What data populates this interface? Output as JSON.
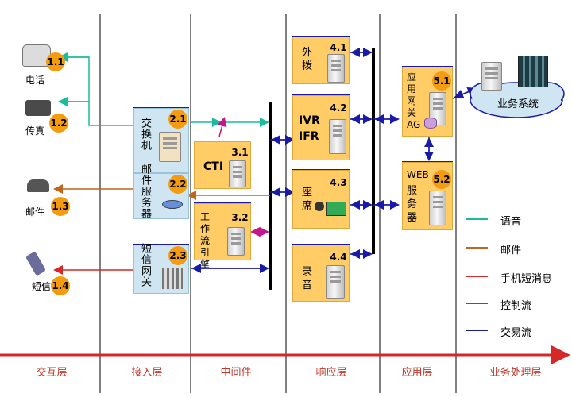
{
  "devices": {
    "phone": {
      "label": "电话",
      "num": "1.1"
    },
    "fax": {
      "label": "传真",
      "num": "1.2"
    },
    "mail": {
      "label": "邮件",
      "num": "1.3"
    },
    "sms": {
      "label": "短信",
      "num": "1.4"
    }
  },
  "boxes": {
    "switch": {
      "label": "交换机",
      "num": "2.1"
    },
    "mailserver": {
      "label": "邮件服务器",
      "num": "2.2"
    },
    "smsgw": {
      "label": "短信网关",
      "num": "2.3"
    },
    "cti": {
      "label": "CTI",
      "num": "3.1"
    },
    "workflow": {
      "label": "工作流引擎",
      "num": "3.2"
    },
    "outbound": {
      "label": "外拨",
      "num": "4.1"
    },
    "ivr": {
      "line1": "IVR",
      "line2": "IFR",
      "num": "4.2"
    },
    "seat": {
      "label": "座席",
      "num": "4.3"
    },
    "record": {
      "label": "录音",
      "num": "4.4"
    },
    "appgw": {
      "label": "应用网关AG",
      "num": "5.1"
    },
    "web": {
      "label": "WEB",
      "label2": "服务器",
      "num": "5.2"
    }
  },
  "business_system": "业务系统",
  "legend": [
    {
      "label": "语音",
      "color": "#1abc9c"
    },
    {
      "label": "邮件",
      "color": "#c0651b"
    },
    {
      "label": "手机短消息",
      "color": "#d62828"
    },
    {
      "label": "控制流",
      "color": "#c2188b"
    },
    {
      "label": "交易流",
      "color": "#1a1aa8"
    }
  ],
  "layers": [
    "交互层",
    "接入层",
    "中间件",
    "响应层",
    "应用层",
    "业务处理层"
  ]
}
